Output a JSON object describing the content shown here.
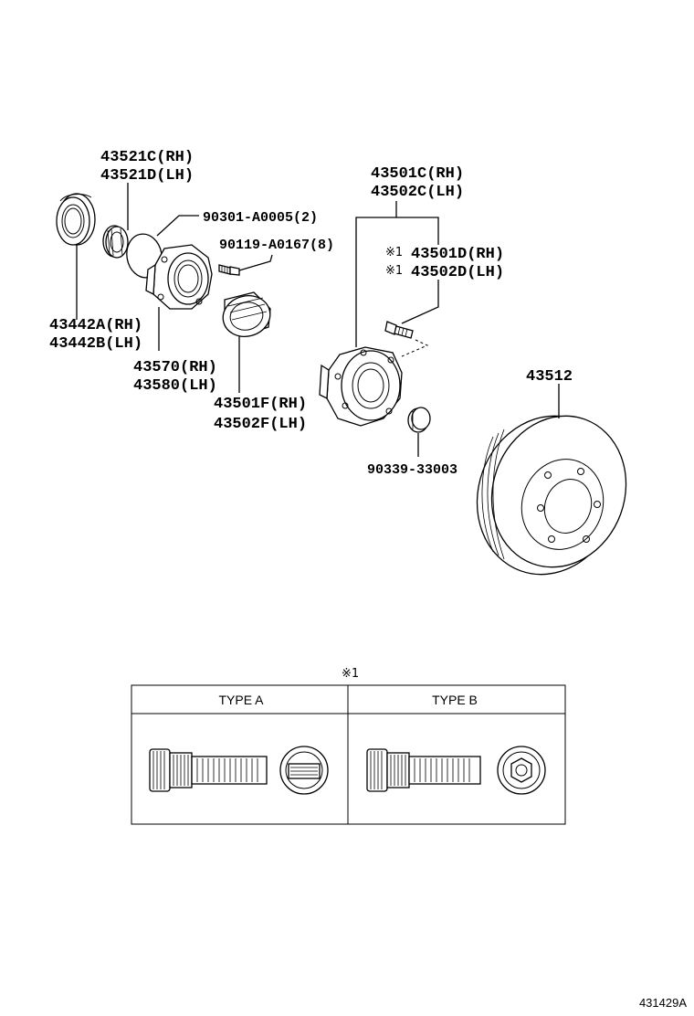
{
  "parts": {
    "p43521c": "43521C(RH)",
    "p43521d": "43521D(LH)",
    "p90301": "90301-A0005(2)",
    "p90119": "90119-A0167(8)",
    "p43442a": "43442A(RH)",
    "p43442b": "43442B(LH)",
    "p43570": "43570(RH)",
    "p43580": "43580(LH)",
    "p43501f": "43501F(RH)",
    "p43502f": "43502F(LH)",
    "p43501c": "43501C(RH)",
    "p43502c": "43502C(LH)",
    "p43501d": "43501D(RH)",
    "p43502d": "43502D(LH)",
    "p43512": "43512",
    "p90339": "90339-33003"
  },
  "note_mark": "※1",
  "type_table": {
    "mark": "※1",
    "col_a": "TYPE A",
    "col_b": "TYPE B"
  },
  "figure_id": "431429A"
}
